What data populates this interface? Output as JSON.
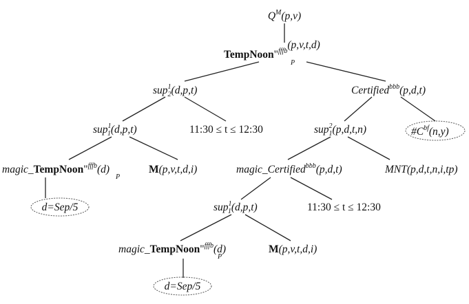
{
  "nodes": {
    "q": {
      "q": "Q",
      "m": "M",
      "args": "(p,v)"
    },
    "root": {
      "name": "TempNoon",
      "q": "\"",
      "sup": "fffb",
      "sub": "P",
      "args": "(p,v,t,d)"
    },
    "sup21": {
      "s": "sup",
      "sup": "1",
      "sub": "2",
      "args": "(d,p,t)"
    },
    "cert": {
      "name": "Certified",
      "sup": "bbb",
      "args": "(p,d,t)"
    },
    "sup11_left": {
      "s": "sup",
      "sup": "1",
      "sub": "1",
      "args": "(d,p,t)"
    },
    "cond_left": {
      "text": "11:30 ≤ t ≤ 12:30"
    },
    "sup12": {
      "s": "sup",
      "sup": "2",
      "sub": "1",
      "args": "(p,d,t,n)"
    },
    "c_oval": {
      "hash": "#C",
      "sup": "bf",
      "args": "(n,y)"
    },
    "magic_tn_1": {
      "prefix": "magic_",
      "name": "TempNoon",
      "q": "\"",
      "sup": "fffb",
      "sub": "P",
      "args": "(d)"
    },
    "m_1": {
      "name": "M",
      "args": "(p,v,t,d,i)"
    },
    "magic_cert": {
      "name": "magic_Certified",
      "sup": "bbb",
      "args": "(p,d,t)"
    },
    "mnt": {
      "name": "MNT",
      "args": "(p,d,t,n,i,tp)"
    },
    "d_oval_1": {
      "text": "d=Sep/5"
    },
    "sup11_right": {
      "s": "sup",
      "sup": "1",
      "sub": "1",
      "args": "(d,p,t)"
    },
    "cond_right": {
      "text": "11:30 ≤ t ≤ 12:30"
    },
    "magic_tn_2": {
      "prefix": "magic_",
      "name": "TempNoon",
      "q": "\"",
      "sup": "fffb",
      "sub": "P",
      "args": "(d)"
    },
    "m_2": {
      "name": "M",
      "args": "(p,v,t,d,i)"
    },
    "d_oval_2": {
      "text": "d=Sep/5"
    }
  }
}
